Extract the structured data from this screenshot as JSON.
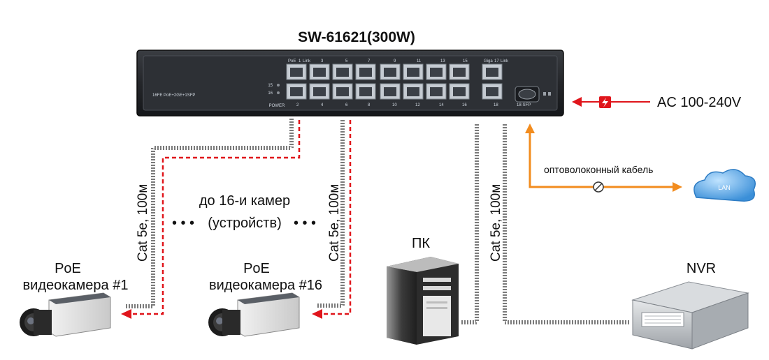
{
  "switch": {
    "model": "SW-61621(300W)",
    "front_label": "16FE PoE+2GE+1SFP",
    "led_labels": [
      "15",
      "16",
      "POWER"
    ],
    "top_port_labels": [
      "PoE",
      "1",
      "Link",
      "3",
      "5",
      "7",
      "9",
      "11",
      "13",
      "15",
      "Giga",
      "17",
      "Link"
    ],
    "bottom_port_labels": [
      "2",
      "4",
      "6",
      "8",
      "10",
      "12",
      "14",
      "16",
      "18",
      "18-SFP"
    ]
  },
  "power": {
    "label": "AC 100-240V"
  },
  "fiber": {
    "label": "оптоволоконный кабель"
  },
  "lan": {
    "label": "LAN"
  },
  "cables": {
    "cat_label_left": "Cat 5e, 100м",
    "cat_label_mid": "Cat 5e, 100м",
    "cat_label_right": "Cat 5e, 100м"
  },
  "cameras_note": {
    "line1": "до 16-и камер",
    "line2": "(устройств)",
    "dots": "• • •"
  },
  "camera1": {
    "line1": "PoE",
    "line2": "видеокамера  #1"
  },
  "camera16": {
    "line1": "PoE",
    "line2": "видеокамера  #16"
  },
  "pc": {
    "label": "ПК"
  },
  "nvr": {
    "label": "NVR"
  },
  "colors": {
    "poe_red": "#e0151b",
    "fiber_orange": "#f28c1e",
    "switch_body": "#2a2c30",
    "cable": "#777777"
  }
}
